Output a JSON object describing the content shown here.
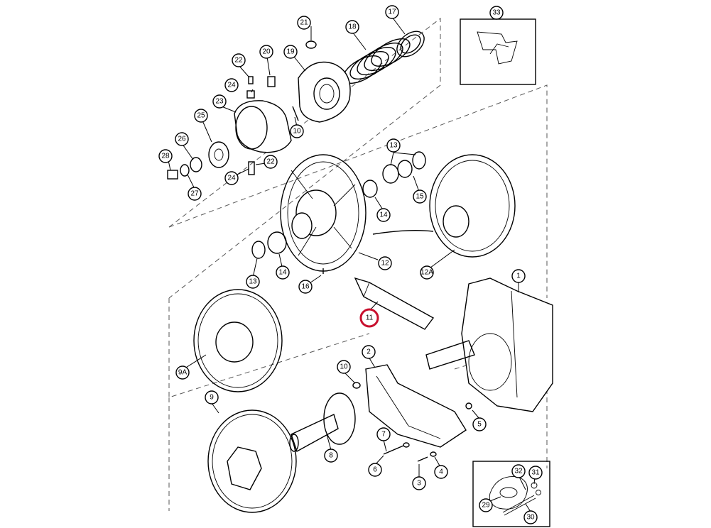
{
  "diagram": {
    "highlight_color": "#c8102e",
    "callouts": [
      {
        "id": "c1",
        "label": "1"
      },
      {
        "id": "c2",
        "label": "2"
      },
      {
        "id": "c3",
        "label": "3"
      },
      {
        "id": "c4",
        "label": "4"
      },
      {
        "id": "c5",
        "label": "5"
      },
      {
        "id": "c6",
        "label": "6"
      },
      {
        "id": "c7",
        "label": "7"
      },
      {
        "id": "c8",
        "label": "8"
      },
      {
        "id": "c9",
        "label": "9"
      },
      {
        "id": "c9a",
        "label": "9A"
      },
      {
        "id": "c10a",
        "label": "10"
      },
      {
        "id": "c10b",
        "label": "10"
      },
      {
        "id": "c11",
        "label": "11",
        "highlighted": true
      },
      {
        "id": "c12",
        "label": "12"
      },
      {
        "id": "c12a",
        "label": "12A"
      },
      {
        "id": "c13a",
        "label": "13"
      },
      {
        "id": "c13b",
        "label": "13"
      },
      {
        "id": "c14a",
        "label": "14"
      },
      {
        "id": "c14b",
        "label": "14"
      },
      {
        "id": "c15",
        "label": "15"
      },
      {
        "id": "c16",
        "label": "16"
      },
      {
        "id": "c17",
        "label": "17"
      },
      {
        "id": "c18",
        "label": "18"
      },
      {
        "id": "c19",
        "label": "19"
      },
      {
        "id": "c20",
        "label": "20"
      },
      {
        "id": "c21",
        "label": "21"
      },
      {
        "id": "c22a",
        "label": "22"
      },
      {
        "id": "c22b",
        "label": "22"
      },
      {
        "id": "c23",
        "label": "23"
      },
      {
        "id": "c24a",
        "label": "24"
      },
      {
        "id": "c24b",
        "label": "24"
      },
      {
        "id": "c25",
        "label": "25"
      },
      {
        "id": "c26",
        "label": "26"
      },
      {
        "id": "c27",
        "label": "27"
      },
      {
        "id": "c28",
        "label": "28"
      },
      {
        "id": "c29",
        "label": "29"
      },
      {
        "id": "c30",
        "label": "30"
      },
      {
        "id": "c31",
        "label": "31"
      },
      {
        "id": "c32",
        "label": "32"
      },
      {
        "id": "c33",
        "label": "33"
      }
    ]
  }
}
